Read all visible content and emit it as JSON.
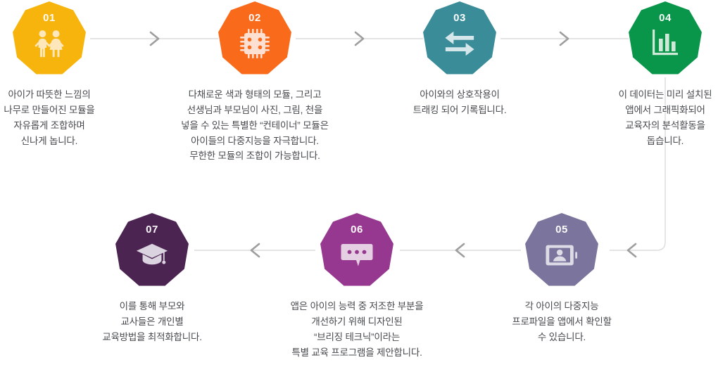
{
  "diagram": {
    "title": "7-step child learning module process flow",
    "line_color": "#d8d8d8",
    "chevron_color": "#9b9b9b",
    "text_color": "#46494d"
  },
  "steps": [
    {
      "number": "01",
      "icon": "two-children-icon",
      "color": "#f7b40d",
      "icon_color": "#fde7bb",
      "text": "아이가 따뜻한 느낌의\n나무로 만들어진 모듈을\n자유롭게 조합하며\n신나게 놉니다."
    },
    {
      "number": "02",
      "icon": "microchip-icon",
      "color": "#f96a1b",
      "icon_color": "#fde0d2",
      "text": "다채로운 색과 형태의 모듈, 그리고\n선생님과 부모님이 사진, 그림, 천을\n넣을 수 있는 특별한 “컨테이너” 모듈은\n아이들의 다중지능을 자극합니다.\n무한한 모듈의 조합이 가능합니다."
    },
    {
      "number": "03",
      "icon": "exchange-arrows-icon",
      "color": "#3a8c98",
      "icon_color": "#d5e7ea",
      "text": "아이와의 상호작용이\n트래킹 되어 기록됩니다."
    },
    {
      "number": "04",
      "icon": "bar-chart-icon",
      "color": "#09964a",
      "icon_color": "#cfe9d9",
      "text": "이 데이터는 미리 설치된\n앱에서 그래픽화되어\n교육자의 분석활동을\n돕습니다."
    },
    {
      "number": "05",
      "icon": "profile-card-icon",
      "color": "#7b749c",
      "icon_color": "#dcdbe6",
      "text": "각 아이의 다중지능\n프로파일을 앱에서 확인할\n수 있습니다."
    },
    {
      "number": "06",
      "icon": "speech-bubble-icon",
      "color": "#96388f",
      "icon_color": "#e5cfe3",
      "text": "앱은 아이의 능력 중 저조한 부분을\n개선하기 위해 디자인된\n“브리징 테크닉”이라는\n특별 교육 프로그램을 제안합니다."
    },
    {
      "number": "07",
      "icon": "graduation-cap-icon",
      "color": "#4c2452",
      "icon_color": "#dbd4e0",
      "text": "이를 통해 부모와\n교사들은 개인별\n교육방법을 최적화합니다."
    }
  ]
}
